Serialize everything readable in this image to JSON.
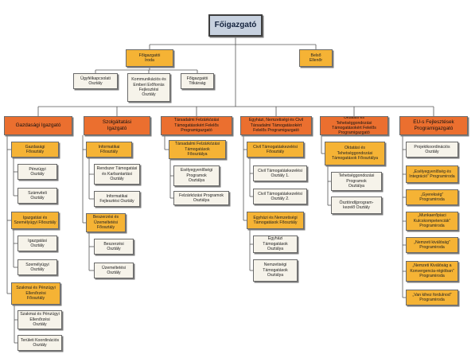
{
  "top": {
    "title": "Főigazgató"
  },
  "staff": [
    {
      "id": "foig-iroda",
      "label": "Főigazgatói\nIroda"
    },
    {
      "id": "belso-ellenor",
      "label": "Belső\nEllenőr"
    }
  ],
  "iroda_units": [
    {
      "id": "ugyfelkapcsolati",
      "label": "Ügyfélkapcsolati\nOsztály"
    },
    {
      "id": "kommunikacios",
      "label": "Kommunikációs és\nEmberi Erőforrás\nFejlesztési\nOsztály"
    },
    {
      "id": "titkarsag",
      "label": "Főigazgatói\nTitkárság"
    }
  ],
  "directorates": [
    {
      "id": "gazdasagi",
      "label": "Gazdasági Igazgató"
    },
    {
      "id": "szolgaltatasi",
      "label": "Szolgáltatási\nIgazgató"
    },
    {
      "id": "tarsadalmi",
      "label": "Társadalmi Felzárkózási\nTámogatásokért Felelős\nProgramigazgató"
    },
    {
      "id": "egyhazi",
      "label": "Egyházi, Nemzetiségi és Civil\nTársadalmi Támogatásokért\nFelelős Programigazgató"
    },
    {
      "id": "oktatasi",
      "label": "Oktatási és\nTehetséggondozási\nTámogatásokért Felelős\nProgramigazgató"
    },
    {
      "id": "eu",
      "label": "EU-s Fejlesztések\nProgramigazgató"
    }
  ],
  "units": {
    "gazd_foosztaly": "Gazdasági\nFőosztály",
    "penzugyi": "Pénzügyi\nOsztály",
    "szamviteli": "Számviteli\nOsztály",
    "igazgatasi_fo": "Igazgatási és\nSzemélyügyi Főosztály",
    "igazgatasi": "Igazgatási\nOsztály",
    "szemelyugyi": "Személyügyi\nOsztály",
    "szakmai_fo": "Szakmai és Pénzügyi\nEllenőrzési\nFőosztály",
    "szakmai": "Szakmai és Pénzügyi\nEllenőrzési\nOsztály",
    "teruleti": "Területi Koordinációs\nOsztály",
    "informatikai_fo": "Informatikai\nFőosztály",
    "rendszer": "Rendszer Támogatási\nés Karbantartási\nOsztály",
    "informatikai_fejl": "Informatikai\nFejlesztési Osztály",
    "beszerzesi_fo": "Beszerzési és\nÜzemeltetési\nFőosztály",
    "beszerzesi": "Beszerzési\nOsztály",
    "uzemeltetesi": "Üzemeltetési\nOsztály",
    "tarsadalmi_fo": "Társadalmi Felzárkózási\nTámogatások\nFőosztálya",
    "eselyegyenlosegi": "Esélyegyenlőségi\nProgramok\nOsztálya",
    "felzarkozasi": "Felzárkózási Programok\nOsztálya",
    "civil_fo": "Civil Támogatáskezelési\nFőosztály",
    "civil1": "Civil Támogatáskezelési\nOsztály 1.",
    "civil2": "Civil Támogatáskezelési\nOsztály 2.",
    "egyhazi_fo": "Egyházi és Nemzetiségi\nTámogatások Főosztály",
    "egyhazi_o": "Egyházi\nTámogatások Osztálya",
    "nemzetisegi": "Nemzetiségi\nTámogatások\nOsztálya",
    "oktatasi_fo": "Oktatási és\nTehetséggondozási\nTámogatások Főosztálya",
    "tehetseg": "Tehetséggondozási\nProgramok\nOsztálya",
    "osztondij": "Ösztöndíjprogram-\nkezelő Osztály",
    "projekt": "Projektkoordinációs\nOsztály",
    "esely_prog": "„Esélyegyenlőség és\nIntegráció” Programiroda",
    "gyerekseg": "„Gyerekség”\nProgramiroda",
    "munkaeropiaci": "„Munkaerőpiaci\nKulcskompetenciák”\nProgramiroda",
    "nemzeti_kivalosag": "„Nemzeti kiválóság”\nProgramiroda",
    "nemzeti_konv": "„Nemzeti Kiválóság a\nKonvergencia-régióban”\nProgramiroda",
    "van_kihez": "„Van kihez fordulnod”\nProgramiroda"
  },
  "colors": {
    "head": "#eb6f2f",
    "fo": "#f5b335",
    "unit": "#f6f3ea",
    "top": "#c7d1df",
    "line": "#555555"
  }
}
